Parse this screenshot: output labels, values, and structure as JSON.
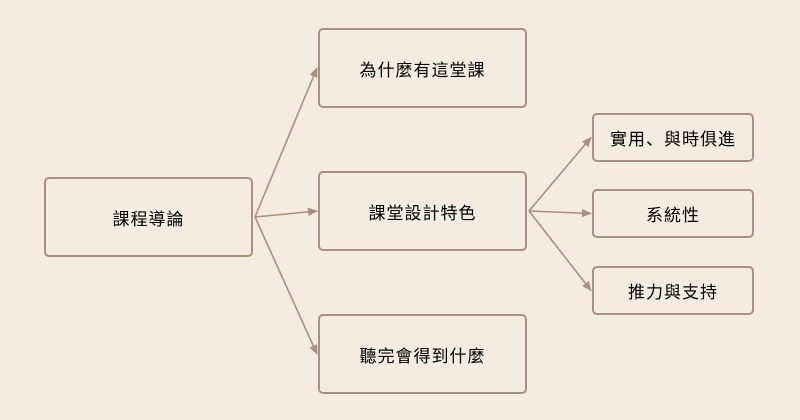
{
  "colors": {
    "background": "#f4ebe1",
    "node_border": "#a89182",
    "connector": "#a89182",
    "text": "#000000"
  },
  "nodes": {
    "root": "課程導論",
    "why": "為什麼有這堂課",
    "features": "課堂設計特色",
    "gain": "聽完會得到什麼",
    "feature_1": "實用、與時俱進",
    "feature_2": "系統性",
    "feature_3": "推力與支持"
  },
  "edges": [
    {
      "from": "root",
      "to": "why"
    },
    {
      "from": "root",
      "to": "features"
    },
    {
      "from": "root",
      "to": "gain"
    },
    {
      "from": "features",
      "to": "feature_1"
    },
    {
      "from": "features",
      "to": "feature_2"
    },
    {
      "from": "features",
      "to": "feature_3"
    }
  ]
}
